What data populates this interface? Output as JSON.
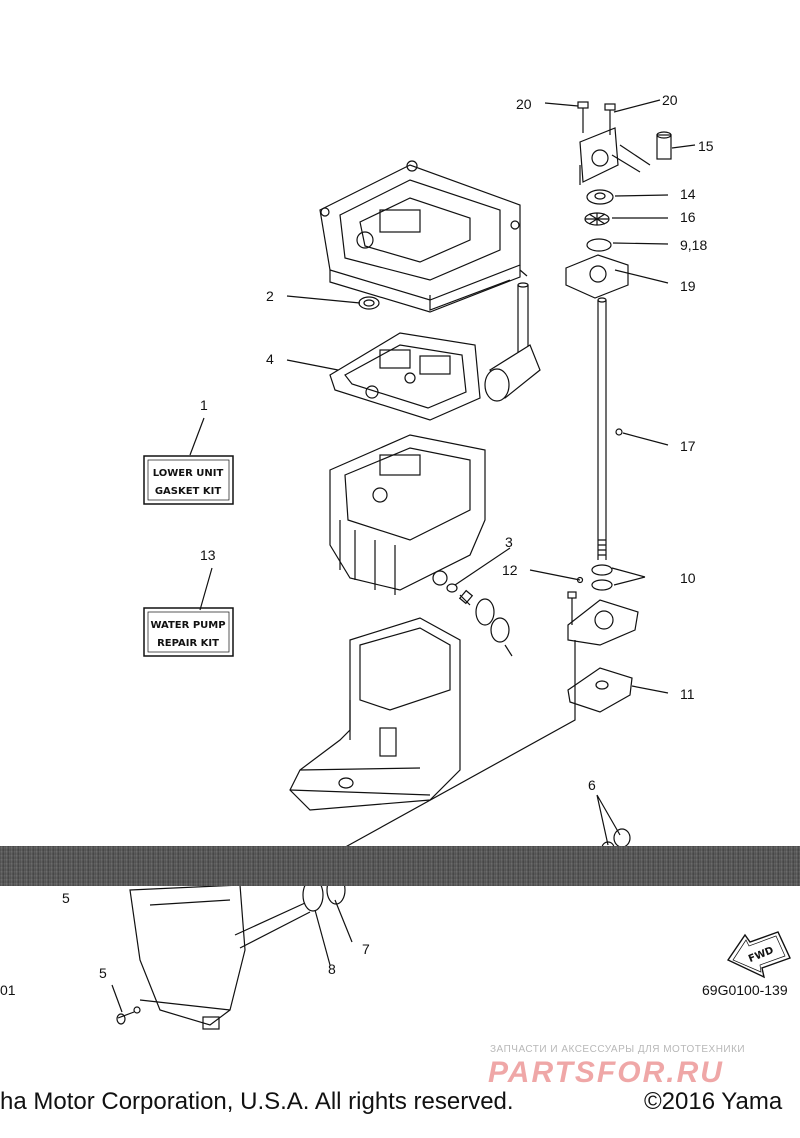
{
  "callouts": {
    "c1": "1",
    "c2": "2",
    "c3": "3",
    "c4": "4",
    "c5a": "5",
    "c5b": "5",
    "c6": "6",
    "c7": "7",
    "c8": "8",
    "c9_18": "9,18",
    "c10": "10",
    "c11": "11",
    "c12": "12",
    "c13": "13",
    "c14": "14",
    "c15": "15",
    "c16": "16",
    "c17": "17",
    "c19": "19",
    "c20a": "20",
    "c20b": "20"
  },
  "kits": {
    "lower_unit_line1": "LOWER UNIT",
    "lower_unit_line2": "GASKET KIT",
    "water_pump_line1": "WATER PUMP",
    "water_pump_line2": "REPAIR KIT"
  },
  "fwd_label": "FWD",
  "diagram_code": "69G0100-139",
  "left_code": "01",
  "footer_left": "ha Motor Corporation, U.S.A. All rights reserved.",
  "footer_right": "©2016 Yama",
  "watermark_top": "ЗАПЧАСТИ И АКСЕССУАРЫ ДЛЯ МОТОТЕХНИКИ",
  "watermark_brand": "PARTSFOR.RU"
}
